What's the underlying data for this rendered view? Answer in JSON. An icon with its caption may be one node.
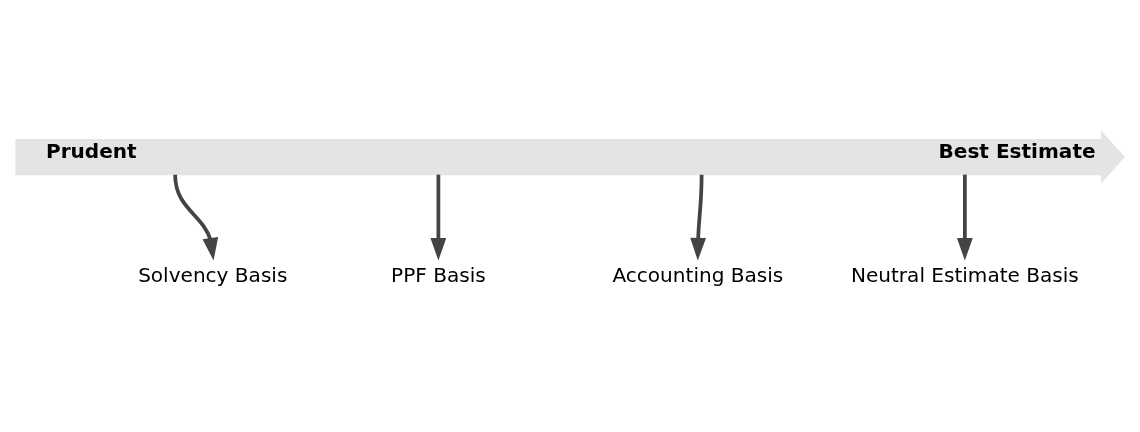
{
  "diagram": {
    "nodes": [
      {
        "text": [
          "Prudent",
          "Best Estimate"
        ]
      },
      {
        "text": [
          "Solvency Basis"
        ]
      },
      {
        "text": [
          "PPF Basis"
        ]
      },
      {
        "text": [
          "Accounting Basis"
        ]
      },
      {
        "text": [
          "Neutral Estimate Basis"
        ]
      }
    ],
    "edges": [
      {
        "from": 0,
        "to": 1,
        "arrow": "to"
      },
      {
        "from": 0,
        "to": 2,
        "arrow": "to"
      },
      {
        "from": 0,
        "to": 3,
        "arrow": "to"
      },
      {
        "from": 0,
        "to": 4,
        "arrow": "to"
      }
    ]
  }
}
